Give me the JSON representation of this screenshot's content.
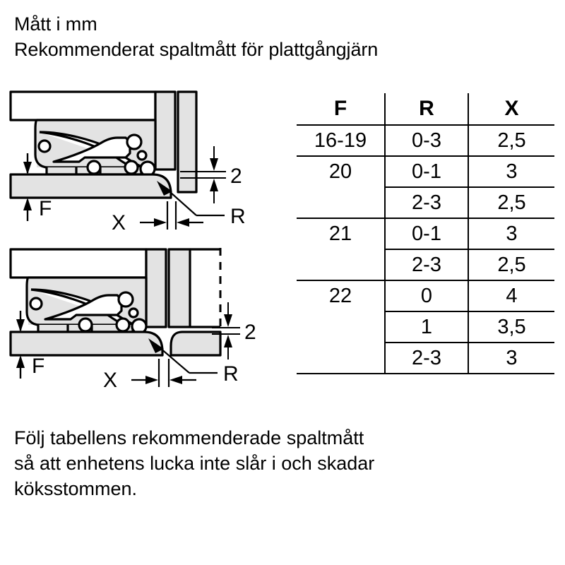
{
  "heading": {
    "line1": "Mått i mm",
    "line2": "Rekommenderat spaltmått för plattgångjärn"
  },
  "footer": {
    "line1": "Följ tabellens rekommenderade spaltmått",
    "line2": "så att enhetens lucka inte slår i och skadar",
    "line3": "köksstommen."
  },
  "table": {
    "headers": [
      "F",
      "R",
      "X"
    ],
    "groups": [
      {
        "f": "16-19",
        "rows": [
          {
            "r": "0-3",
            "x": "2,5"
          }
        ]
      },
      {
        "f": "20",
        "rows": [
          {
            "r": "0-1",
            "x": "3"
          },
          {
            "r": "2-3",
            "x": "2,5"
          }
        ]
      },
      {
        "f": "21",
        "rows": [
          {
            "r": "0-1",
            "x": "3"
          },
          {
            "r": "2-3",
            "x": "2,5"
          }
        ]
      },
      {
        "f": "22",
        "rows": [
          {
            "r": "0",
            "x": "4"
          },
          {
            "r": "1",
            "x": "3,5"
          },
          {
            "r": "2-3",
            "x": "3"
          }
        ]
      }
    ]
  },
  "diagrams": {
    "top": {
      "labels": {
        "f": "F",
        "x": "X",
        "r": "R",
        "gap": "2"
      }
    },
    "bottom": {
      "labels": {
        "f": "F",
        "x": "X",
        "r": "R",
        "gap": "2"
      }
    }
  },
  "colors": {
    "ink": "#000000",
    "panel_fill": "#e3e3e3",
    "cabinet_fill": "#ffffff",
    "background": "#ffffff"
  }
}
